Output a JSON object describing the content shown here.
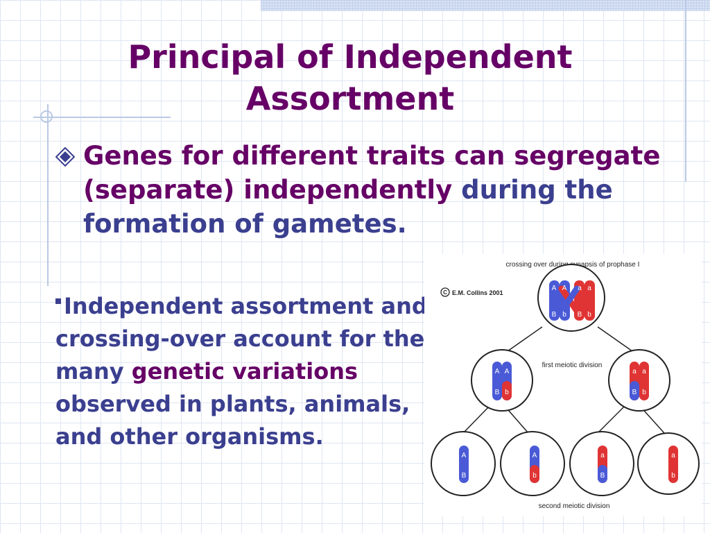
{
  "title": {
    "line1": "Principal of Independent",
    "line2": "Assortment"
  },
  "bullet1": {
    "part_purple": "Genes for different traits can segregate (separate) independently",
    "part_blue": "during the formation of gametes."
  },
  "bullet2": {
    "part1": "Independent assortment and crossing-over account for the many",
    "highlight": "genetic variations",
    "part2": "observed in plants, animals, and other organisms."
  },
  "diagram": {
    "label_top": "crossing over during synapsis of prophase I",
    "copyright": "E.M. Collins 2001",
    "label_first": "first meiotic division",
    "label_second": "second meiotic division",
    "allele_A": "A",
    "allele_a": "a",
    "allele_B": "B",
    "allele_b": "b"
  },
  "colors": {
    "title": "#660066",
    "body_blue": "#3b3f8f",
    "chromosome_blue": "#4a5ad6",
    "chromosome_red": "#e03434"
  },
  "icons": {
    "bullet1": "diamond-bullet-icon",
    "bullet2": "square-bullet-icon"
  }
}
